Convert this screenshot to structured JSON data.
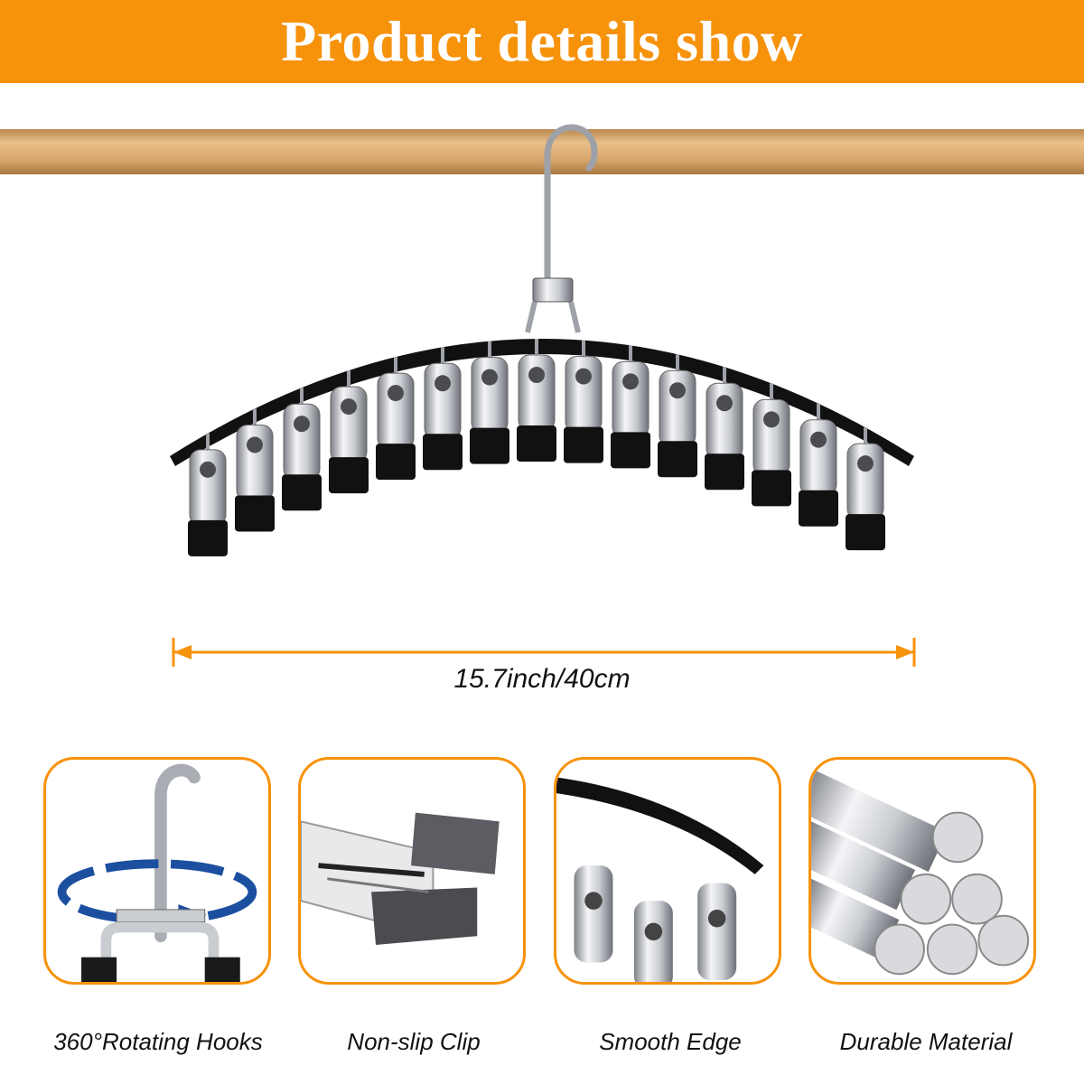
{
  "banner": {
    "title": "Product details show",
    "color": "#f7920b"
  },
  "product": {
    "width_label": "15.7inch/40cm",
    "clip_count": 15
  },
  "features": [
    {
      "caption": "360°Rotating Hooks",
      "icon": "rotating-hook-icon"
    },
    {
      "caption": "Non-slip Clip",
      "icon": "clip-jaw-icon"
    },
    {
      "caption": "Smooth Edge",
      "icon": "hanger-edge-icon"
    },
    {
      "caption": "Durable Material",
      "icon": "steel-rods-icon"
    }
  ],
  "colors": {
    "accent": "#f7920b",
    "rod": "#d6a46a",
    "hanger": "#111111",
    "steel": "#c9ccd1"
  }
}
